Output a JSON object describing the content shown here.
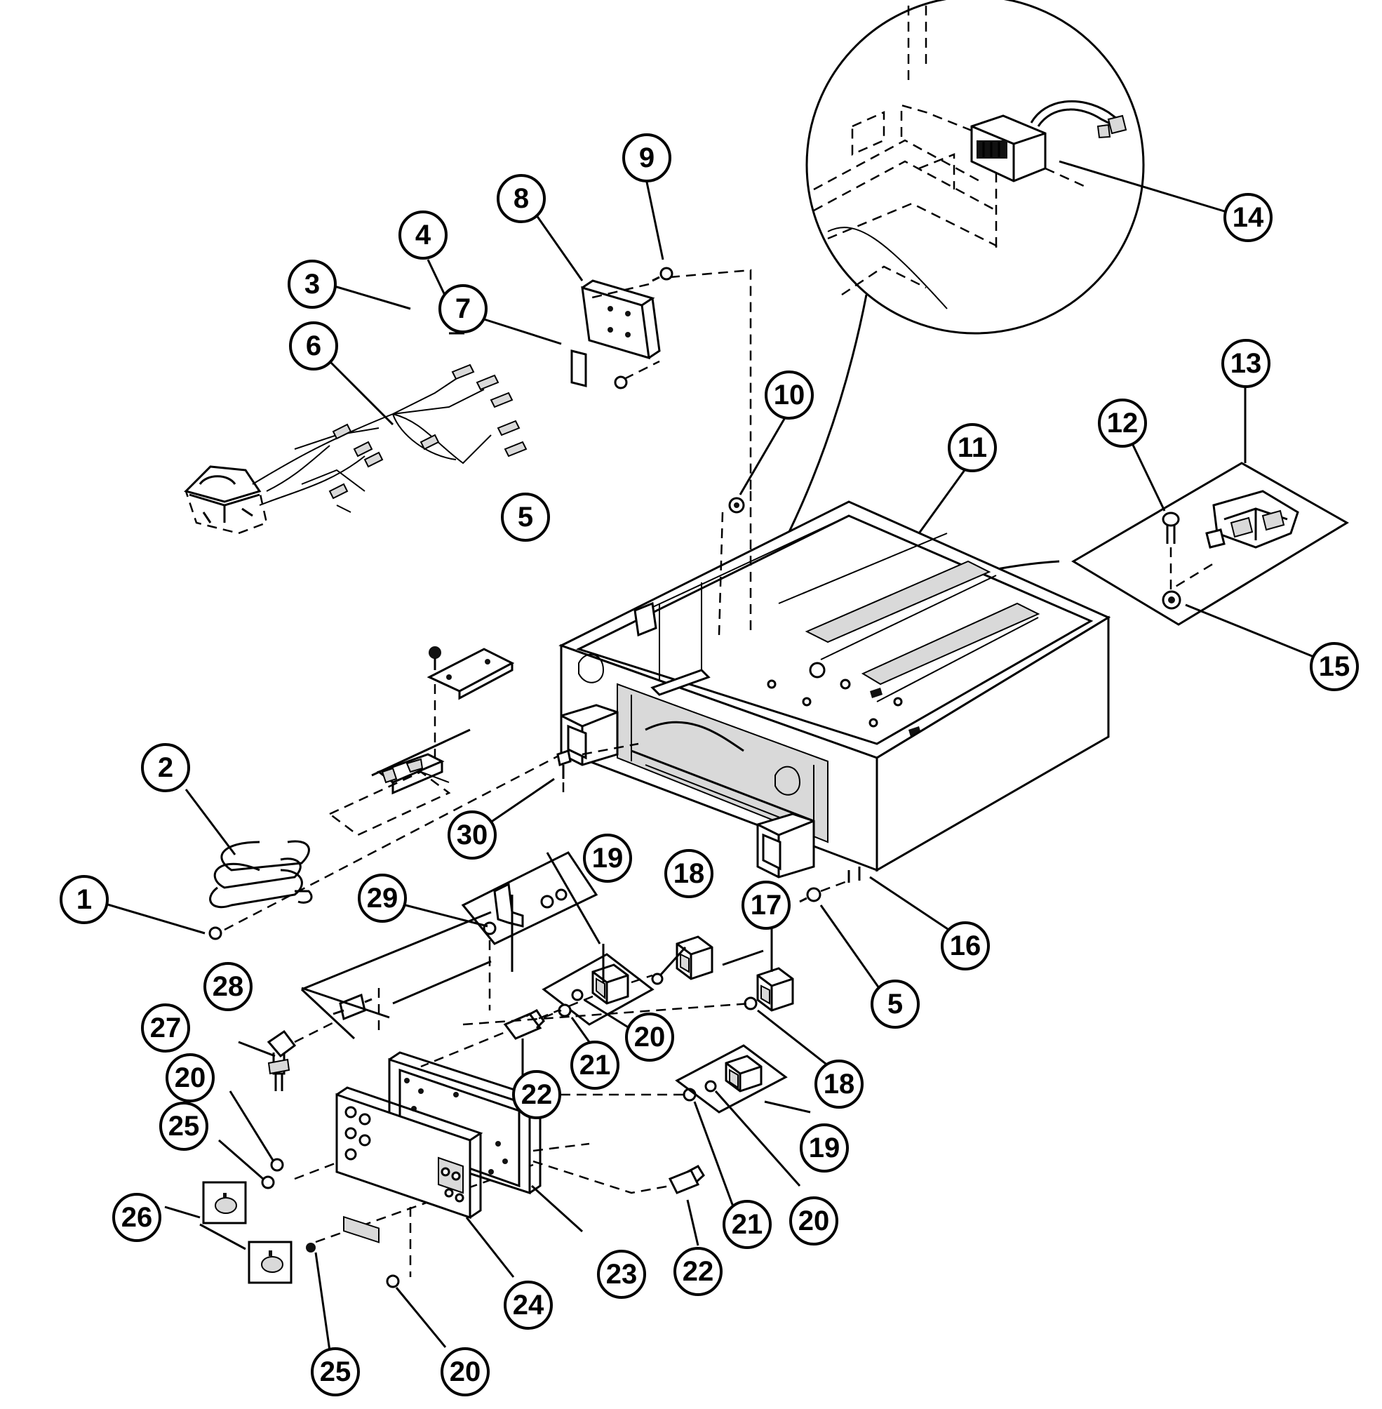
{
  "callouts": [
    {
      "id": "c1",
      "label": "1"
    },
    {
      "id": "c2",
      "label": "2"
    },
    {
      "id": "c3",
      "label": "3"
    },
    {
      "id": "c4",
      "label": "4"
    },
    {
      "id": "c5a",
      "label": "5"
    },
    {
      "id": "c5b",
      "label": "5"
    },
    {
      "id": "c6",
      "label": "6"
    },
    {
      "id": "c7",
      "label": "7"
    },
    {
      "id": "c8",
      "label": "8"
    },
    {
      "id": "c9",
      "label": "9"
    },
    {
      "id": "c10",
      "label": "10"
    },
    {
      "id": "c11",
      "label": "11"
    },
    {
      "id": "c12",
      "label": "12"
    },
    {
      "id": "c13",
      "label": "13"
    },
    {
      "id": "c14",
      "label": "14"
    },
    {
      "id": "c15",
      "label": "15"
    },
    {
      "id": "c16",
      "label": "16"
    },
    {
      "id": "c17",
      "label": "17"
    },
    {
      "id": "c18a",
      "label": "18"
    },
    {
      "id": "c18b",
      "label": "18"
    },
    {
      "id": "c19a",
      "label": "19"
    },
    {
      "id": "c19b",
      "label": "19"
    },
    {
      "id": "c20a",
      "label": "20"
    },
    {
      "id": "c20b",
      "label": "20"
    },
    {
      "id": "c20c",
      "label": "20"
    },
    {
      "id": "c20d",
      "label": "20"
    },
    {
      "id": "c21a",
      "label": "21"
    },
    {
      "id": "c21b",
      "label": "21"
    },
    {
      "id": "c22a",
      "label": "22"
    },
    {
      "id": "c22b",
      "label": "22"
    },
    {
      "id": "c23",
      "label": "23"
    },
    {
      "id": "c24",
      "label": "24"
    },
    {
      "id": "c25a",
      "label": "25"
    },
    {
      "id": "c25b",
      "label": "25"
    },
    {
      "id": "c26",
      "label": "26"
    },
    {
      "id": "c27",
      "label": "27"
    },
    {
      "id": "c28",
      "label": "28"
    },
    {
      "id": "c29",
      "label": "29"
    },
    {
      "id": "c30",
      "label": "30"
    }
  ]
}
